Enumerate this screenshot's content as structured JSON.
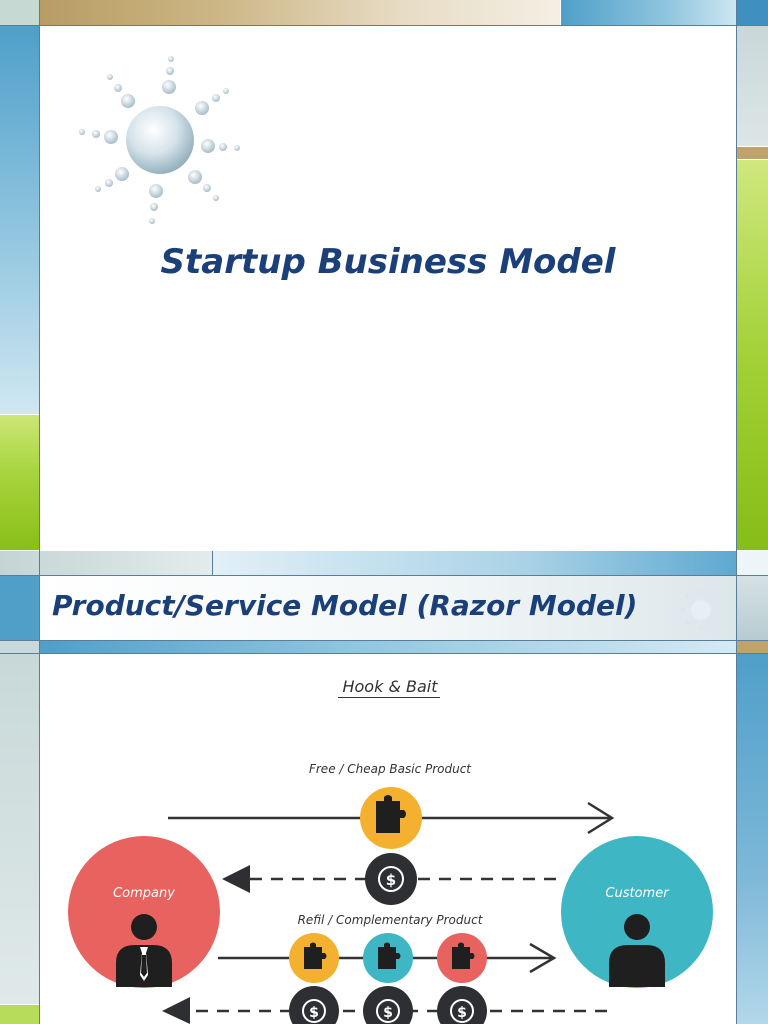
{
  "slide1": {
    "title": "Startup Business Model"
  },
  "slide2": {
    "title": "Product/Service Model (Razor Model)",
    "diagram": {
      "heading": "Hook & Bait",
      "top_label": "Free / Cheap Basic Product",
      "mid_label": "Refil / Complementary Product",
      "company_label": "Company",
      "customer_label": "Customer",
      "coin_symbol": "$"
    }
  },
  "colors": {
    "title_blue": "#1b3f78",
    "company_red": "#e8625f",
    "customer_teal": "#3fb6c3",
    "puzzle_yellow": "#f3b12f",
    "coin_dark": "#2d2f33",
    "green": "#9ccd2a",
    "blue": "#4f9fc9"
  },
  "icons": [
    "sun-logo-icon",
    "puzzle-piece-icon",
    "dollar-coin-icon",
    "person-icon",
    "arrow-right-icon",
    "arrow-left-icon"
  ]
}
